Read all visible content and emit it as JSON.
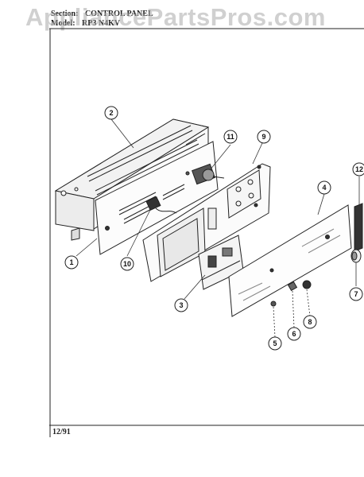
{
  "header": {
    "section_label": "Section:",
    "section_value": "CONTROL PANEL",
    "model_label": "Model:",
    "model_value": "RP3 N4KV"
  },
  "watermark": "AppliancePartsPros.com",
  "footer": {
    "date": "12/91"
  },
  "callouts": [
    "1",
    "2",
    "3",
    "4",
    "5",
    "6",
    "7",
    "8",
    "9",
    "10",
    "11",
    "12"
  ]
}
